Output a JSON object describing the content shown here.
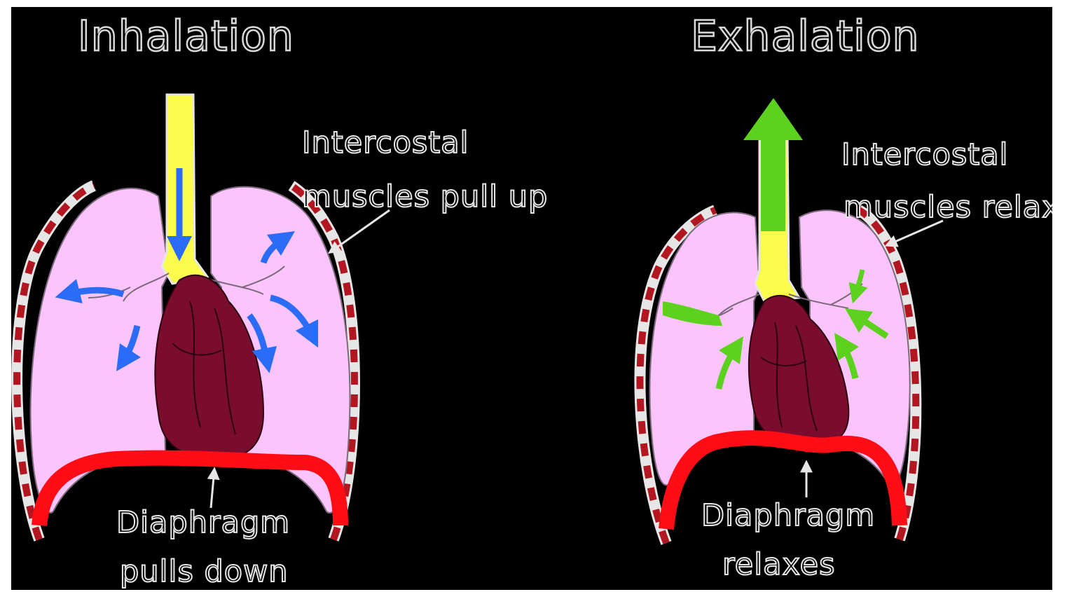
{
  "colors": {
    "background": "#000000",
    "lung": "#fcc4fc",
    "lung_outline": "#7a6a7a",
    "trachea": "#fcfc4c",
    "heart": "#7a0c2e",
    "diaphragm": "#ff0d16",
    "rib_red": "#b21620",
    "rib_black": "#000000",
    "inhale_arrow": "#2a6cf5",
    "exhale_arrow": "#5cd21e",
    "text_outline": "#e6e6e6"
  },
  "inhalation": {
    "title": "Inhalation",
    "intercostal_label": [
      "Intercostal",
      "muscles pull up"
    ],
    "diaphragm_label": [
      "Diaphragm",
      "pulls down"
    ],
    "arrow_icon": "blue-airflow-in-arrows"
  },
  "exhalation": {
    "title": "Exhalation",
    "intercostal_label": [
      "Intercostal",
      "muscles relax"
    ],
    "diaphragm_label": [
      "Diaphragm",
      "relaxes"
    ],
    "arrow_icon": "green-airflow-out-arrows"
  }
}
